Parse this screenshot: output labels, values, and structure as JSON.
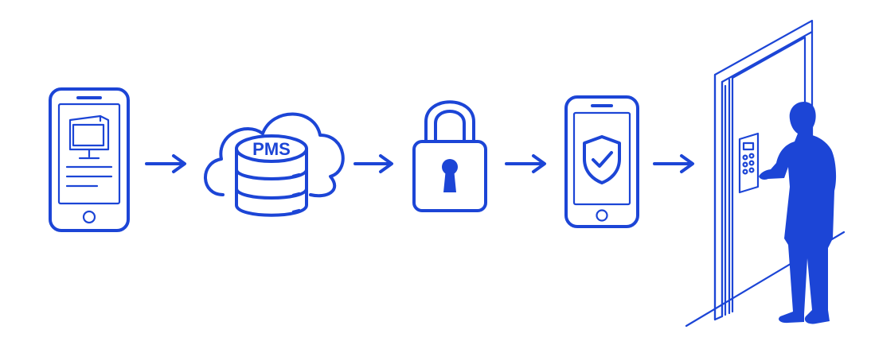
{
  "diagram": {
    "accent_color": "#1c45d6",
    "background_color": "#ffffff",
    "steps": [
      {
        "id": "mobile-booking",
        "icon": "smartphone-with-monitor-icon"
      },
      {
        "id": "pms-cloud",
        "icon": "cloud-database-icon",
        "label": "PMS"
      },
      {
        "id": "lock",
        "icon": "padlock-icon"
      },
      {
        "id": "mobile-verified",
        "icon": "smartphone-check-shield-icon"
      },
      {
        "id": "door-access",
        "icon": "person-at-door-keypad-icon"
      }
    ],
    "connectors": [
      "arrow-right-icon",
      "arrow-right-icon",
      "arrow-right-icon",
      "arrow-right-icon"
    ]
  }
}
